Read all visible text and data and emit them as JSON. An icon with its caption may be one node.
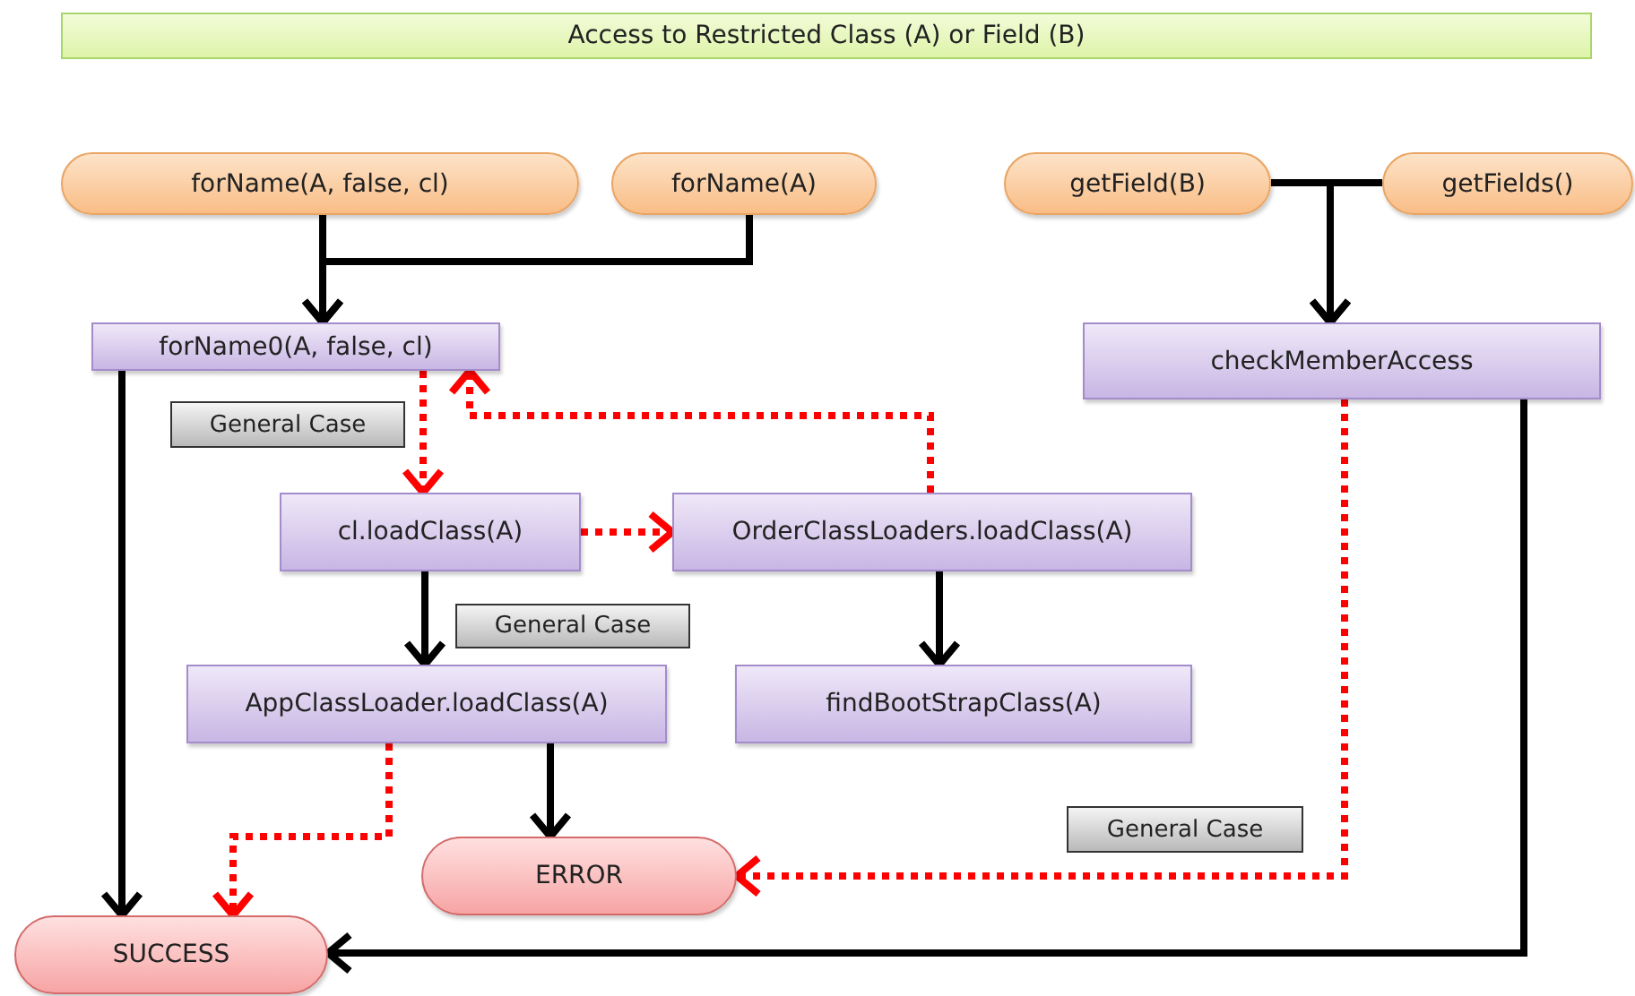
{
  "diagram": {
    "title": "Access to Restricted Class (A) or Field (B)",
    "nodes": [
      {
        "text": [
          "forName(A, false, cl)"
        ]
      },
      {
        "text": [
          "forName(A)"
        ]
      },
      {
        "text": [
          "getField(B)"
        ]
      },
      {
        "text": [
          "getFields()"
        ]
      },
      {
        "text": [
          "forName0(A, false, cl)"
        ]
      },
      {
        "text": [
          "checkMemberAccess"
        ]
      },
      {
        "text": [
          "General Case"
        ]
      },
      {
        "text": [
          "cl.loadClass(A)"
        ]
      },
      {
        "text": [
          "OrderClassLoaders.loadClass(A)"
        ]
      },
      {
        "text": [
          "General Case"
        ]
      },
      {
        "text": [
          "AppClassLoader.loadClass(A)"
        ]
      },
      {
        "text": [
          "findBootStrapClass(A)"
        ]
      },
      {
        "text": [
          "General Case"
        ]
      },
      {
        "text": [
          "ERROR"
        ]
      },
      {
        "text": [
          "SUCCESS"
        ]
      }
    ],
    "edges": [
      {
        "from": 0,
        "to": 4,
        "arrow": "to"
      },
      {
        "from": 1,
        "to": 4,
        "arrow": "to"
      },
      {
        "from": 2,
        "to": 5,
        "arrow": "to"
      },
      {
        "from": 3,
        "to": 5,
        "arrow": "to"
      },
      {
        "from": 4,
        "to": 14,
        "arrow": "to"
      },
      {
        "from": 4,
        "to": 7,
        "arrow": "to",
        "style": "dashed",
        "color": "#ff0000"
      },
      {
        "from": 8,
        "to": 4,
        "arrow": "to",
        "style": "dashed",
        "color": "#ff0000"
      },
      {
        "from": 7,
        "to": 8,
        "arrow": "to",
        "style": "dashed",
        "color": "#ff0000"
      },
      {
        "from": 7,
        "to": 10,
        "arrow": "to"
      },
      {
        "from": 8,
        "to": 11,
        "arrow": "to"
      },
      {
        "from": 10,
        "to": 14,
        "arrow": "to",
        "style": "dashed",
        "color": "#ff0000"
      },
      {
        "from": 10,
        "to": 13,
        "arrow": "to"
      },
      {
        "from": 5,
        "to": 13,
        "arrow": "to",
        "style": "dashed",
        "color": "#ff0000"
      },
      {
        "from": 5,
        "to": 14,
        "arrow": "to"
      }
    ]
  }
}
